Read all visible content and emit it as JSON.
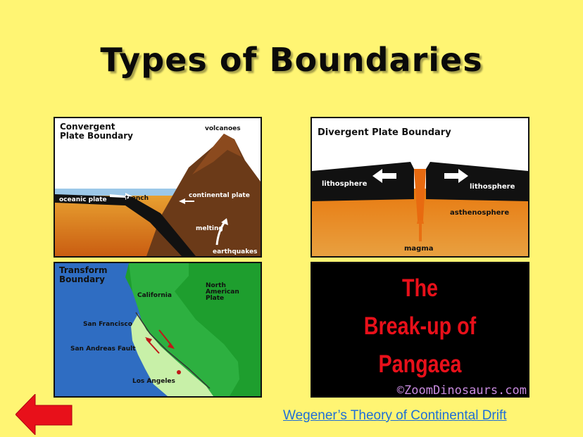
{
  "slide": {
    "title": "Types of Boundaries",
    "link_text": "Wegener’s Theory of Continental Drift",
    "back_icon": "red-left-arrow-icon"
  },
  "convergent": {
    "heading_line1": "Convergent",
    "heading_line2": "Plate Boundary",
    "volcanoes": "volcanoes",
    "trench": "trench",
    "oceanic_plate": "oceanic plate",
    "continental_plate": "continental plate",
    "melting": "melting",
    "earthquakes": "earthquakes"
  },
  "divergent": {
    "heading": "Divergent Plate Boundary",
    "lithosphere_left": "lithosphere",
    "lithosphere_right": "lithosphere",
    "asthenosphere": "asthenosphere",
    "magma": "magma"
  },
  "transform": {
    "heading_line1": "Transform",
    "heading_line2": "Boundary",
    "california": "California",
    "north_american_1": "North",
    "north_american_2": "American",
    "north_american_3": "Plate",
    "san_francisco": "San Francisco",
    "san_andreas": "San Andreas Fault",
    "los_angeles": "Los Angeles"
  },
  "pangaea": {
    "line1": "The",
    "line2": "Break-up of",
    "line3": "Pangaea",
    "copyright": "©ZoomDinosaurs.com"
  },
  "colors": {
    "background": "#FFF573",
    "link": "#1f6fd6",
    "pangaea_text": "#E8101A",
    "arrow": "#E8101A"
  }
}
